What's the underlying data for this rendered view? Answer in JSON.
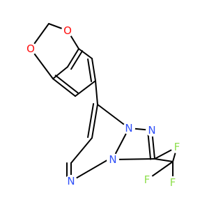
{
  "atoms": [
    {
      "id": "O1",
      "label": "O",
      "color": "#ff0d0d"
    },
    {
      "id": "O2",
      "label": "O",
      "color": "#ff0d0d"
    },
    {
      "id": "N1",
      "label": "N",
      "color": "#3050f8"
    },
    {
      "id": "N2",
      "label": "N",
      "color": "#3050f8"
    },
    {
      "id": "N3",
      "label": "N",
      "color": "#3050f8"
    },
    {
      "id": "N4",
      "label": "N",
      "color": "#3050f8"
    },
    {
      "id": "F1",
      "label": "F",
      "color": "#90e050"
    },
    {
      "id": "F2",
      "label": "F",
      "color": "#90e050"
    },
    {
      "id": "F3",
      "label": "F",
      "color": "#90e050"
    }
  ],
  "colors": {
    "bond": "#000000",
    "background": "#ffffff"
  }
}
